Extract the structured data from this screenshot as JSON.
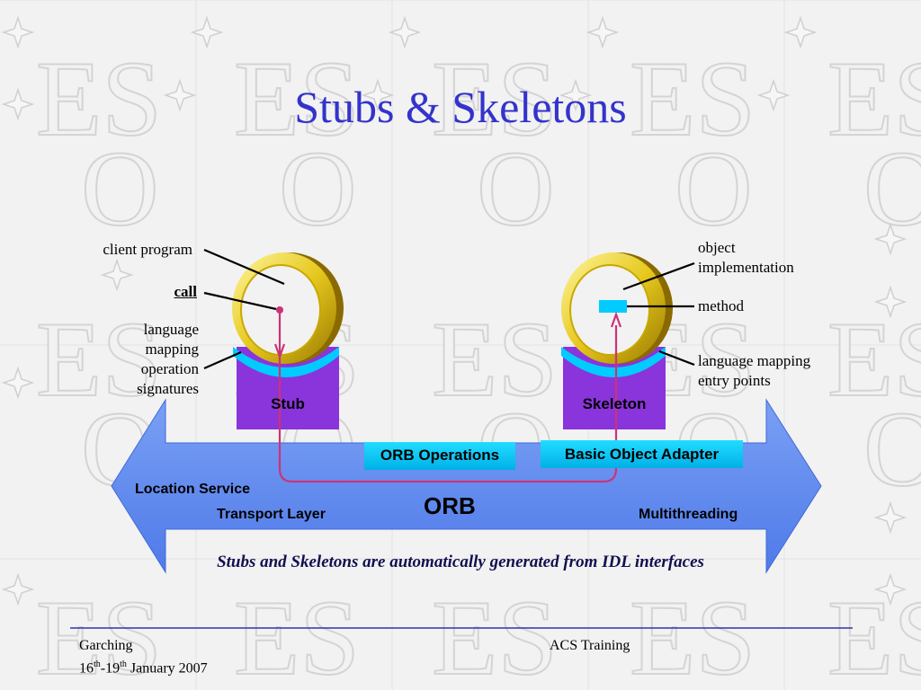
{
  "slide": {
    "title": "Stubs & Skeletons",
    "watermark": "ESO"
  },
  "client": {
    "program_label": "client program",
    "call_label": "call",
    "signatures_label_lines": [
      "language",
      "mapping",
      "operation",
      "signatures"
    ],
    "stub_label": "Stub"
  },
  "server": {
    "implementation_label_lines": [
      "object",
      "implementation"
    ],
    "method_label": "method",
    "entry_points_label_lines": [
      "language mapping",
      "entry points"
    ],
    "skeleton_label": "Skeleton"
  },
  "orb": {
    "operations_label": "ORB Operations",
    "adapter_label": "Basic Object Adapter",
    "label": "ORB",
    "location_service": "Location Service",
    "transport_layer": "Transport Layer",
    "multithreading": "Multithreading"
  },
  "caption": "Stubs and Skeletons are automatically generated from IDL interfaces",
  "footer": {
    "location": "Garching",
    "date_prefix": "16",
    "date_sup1": "th",
    "date_mid": "-19",
    "date_sup2": "th",
    "date_suffix": " January 2007",
    "course": "ACS Training"
  },
  "colors": {
    "title": "#3333cc",
    "arrow": "#5d87ee",
    "block": "#8833dd",
    "cyan": "#00ccff",
    "ring": "#e8cc20",
    "path": "#cc3377",
    "footer_rule": "#3333aa"
  }
}
